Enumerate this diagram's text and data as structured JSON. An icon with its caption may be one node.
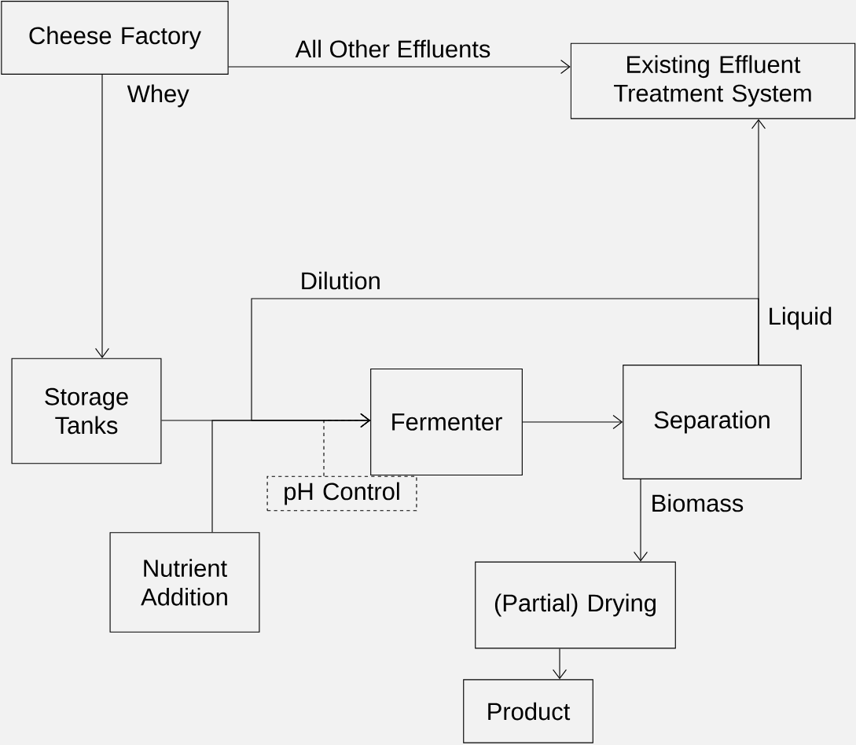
{
  "diagram": {
    "nodes": [
      {
        "text": [
          "Cheese Factory"
        ]
      },
      {
        "text": [
          "Existing Effluent Treatment System"
        ]
      },
      {
        "text": [
          "Storage Tanks"
        ]
      },
      {
        "text": [
          "Fermenter"
        ]
      },
      {
        "text": [
          "Separation"
        ]
      },
      {
        "text": [
          "pH Control"
        ]
      },
      {
        "text": [
          "Nutrient Addition"
        ]
      },
      {
        "text": [
          "(Partial) Drying"
        ]
      },
      {
        "text": [
          "Product"
        ]
      }
    ],
    "edges": [
      {
        "from": 0,
        "to": 1,
        "arrow": "to",
        "label": "All Other Effluents"
      },
      {
        "from": 0,
        "to": 2,
        "arrow": "to",
        "label": "Whey"
      },
      {
        "from": 2,
        "to": 3,
        "arrow": "to"
      },
      {
        "from": 4,
        "to": 1,
        "arrow": "to",
        "label": "Liquid"
      },
      {
        "from": 4,
        "to": 3,
        "arrow": "to",
        "label": "Dilution"
      },
      {
        "from": 6,
        "to": 3,
        "arrow": "to"
      },
      {
        "from": 5,
        "to": 3,
        "arrow": "to",
        "style": "dashed"
      },
      {
        "from": 3,
        "to": 4,
        "arrow": "to"
      },
      {
        "from": 4,
        "to": 7,
        "arrow": "to",
        "label": "Biomass"
      },
      {
        "from": 7,
        "to": 8,
        "arrow": "to"
      }
    ]
  }
}
